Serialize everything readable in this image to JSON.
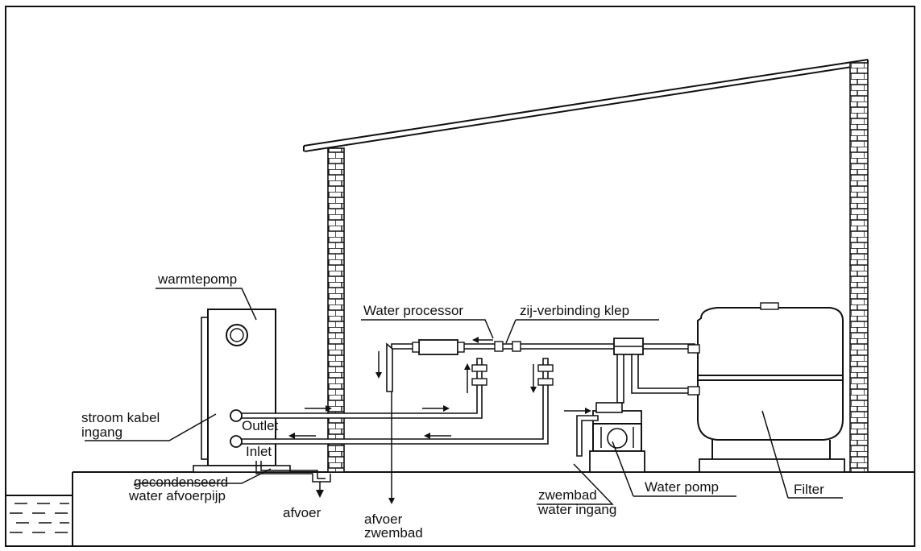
{
  "labels": {
    "warmtepomp": "warmtepomp",
    "stroom_kabel_1": "stroom kabel",
    "stroom_kabel_2": "ingang",
    "outlet": "Outlet",
    "inlet": "Inlet",
    "gecondenseerd_1": "gecondenseerd",
    "gecondenseerd_2": "water afvoerpijp",
    "afvoer": "afvoer",
    "afvoer_zwembad_1": "afvoer",
    "afvoer_zwembad_2": "zwembad",
    "water_processor": "Water processor",
    "zij_verbinding_klep": "zij-verbinding klep",
    "zwembad_water_ingang_1": "zwembad",
    "zwembad_water_ingang_2": "water ingang",
    "water_pomp": "Water pomp",
    "filter": "Filter"
  },
  "colors": {
    "line": "#111111",
    "background": "#ffffff"
  }
}
